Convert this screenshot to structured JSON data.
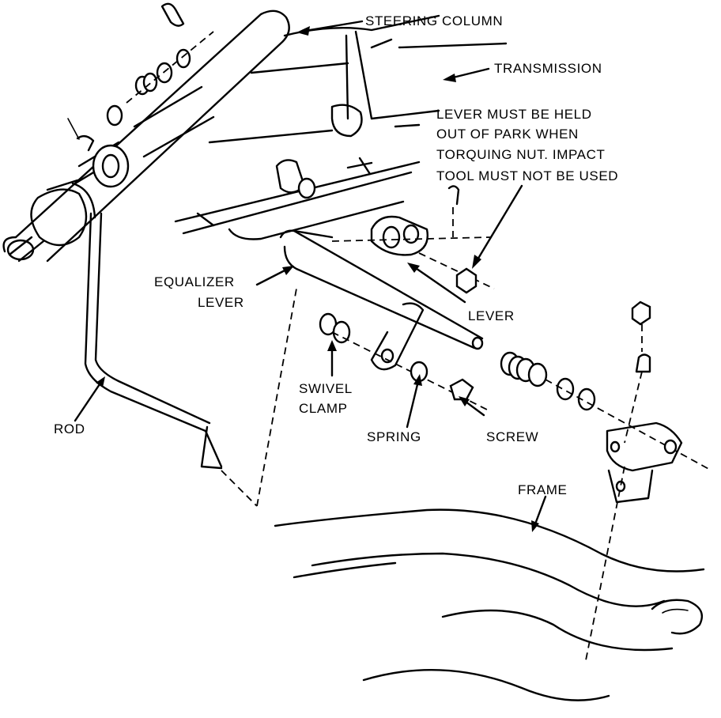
{
  "labels": {
    "steering_column": "STEERING COLUMN",
    "transmission": "TRANSMISSION",
    "note_line1": "LEVER MUST BE HELD",
    "note_line2": "OUT OF PARK WHEN",
    "note_line3": "TORQUING NUT. IMPACT",
    "note_line4": "TOOL MUST NOT BE USED",
    "equalizer_line1": "EQUALIZER",
    "equalizer_line2": "LEVER",
    "lever": "LEVER",
    "swivel_line1": "SWIVEL",
    "swivel_line2": "CLAMP",
    "rod": "ROD",
    "spring": "SPRING",
    "screw": "SCREW",
    "frame": "FRAME"
  },
  "colors": {
    "ink": "#000000",
    "paper": "#ffffff"
  }
}
